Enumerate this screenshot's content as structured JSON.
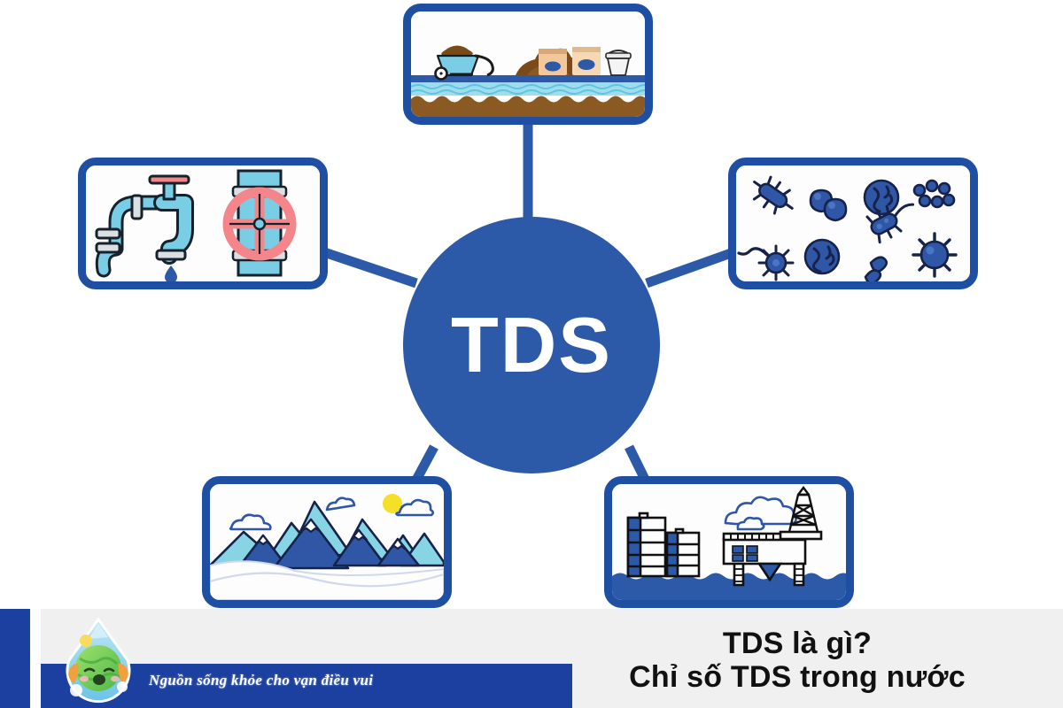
{
  "center": {
    "label": "TDS",
    "node_name": "tds-center-node",
    "fill": "#2d5aa8"
  },
  "colors": {
    "primary_blue": "#1e4fa3",
    "center_blue": "#2d5aa8",
    "banner_blue": "#1b40a0",
    "light_blue": "#7fd4e8",
    "pale_blue": "#a8dff0",
    "red_accent": "#f4868b",
    "soil_brown": "#8a5a22",
    "mountain_dark": "#2f57a5",
    "mountain_light": "#86d4e4",
    "sun_yellow": "#f5e028",
    "banner_gray": "#f0f0f0",
    "title_black": "#111111",
    "card_bg": "#fdfdfd"
  },
  "cards": [
    {
      "id": "card-soil",
      "name": "source-card-soil-waste",
      "icon": "soil-and-waste-icon",
      "description": "Wheelbarrow of soil, fertilizer sacks, bucket over water and soil layers"
    },
    {
      "id": "card-pipes",
      "name": "source-card-pipes-plumbing",
      "icon": "faucet-and-valve-icon",
      "description": "Water faucet with red handle dripping, and pipe section with red valve wheel"
    },
    {
      "id": "card-microbes",
      "name": "source-card-microorganisms",
      "icon": "bacteria-and-virus-icon",
      "description": "Assorted blue bacteria, viruses and microbe shapes"
    },
    {
      "id": "card-mountains",
      "name": "source-card-natural-minerals",
      "icon": "mountains-landscape-icon",
      "description": "Snow capped mountains, clouds and a yellow sun"
    },
    {
      "id": "card-industry",
      "name": "source-card-industrial-waste",
      "icon": "oil-rig-and-barrels-icon",
      "description": "Oil barrels and offshore oil rig platform with smoke clouds over water"
    }
  ],
  "connectors": [
    {
      "name": "connector-center-to-soil",
      "from": "center",
      "to": "card-soil"
    },
    {
      "name": "connector-center-to-pipes",
      "from": "center",
      "to": "card-pipes"
    },
    {
      "name": "connector-center-to-microbes",
      "from": "center",
      "to": "card-microbes"
    },
    {
      "name": "connector-center-to-mountains",
      "from": "center",
      "to": "card-mountains"
    },
    {
      "name": "connector-center-to-industry",
      "from": "center",
      "to": "card-industry"
    }
  ],
  "banner": {
    "tagline": "Nguồn sống khỏe cho vạn điều vui",
    "title_line1": "TDS là gì?",
    "title_line2": "Chỉ số TDS trong nước",
    "logo_icon": "water-drop-earth-mascot-logo"
  }
}
